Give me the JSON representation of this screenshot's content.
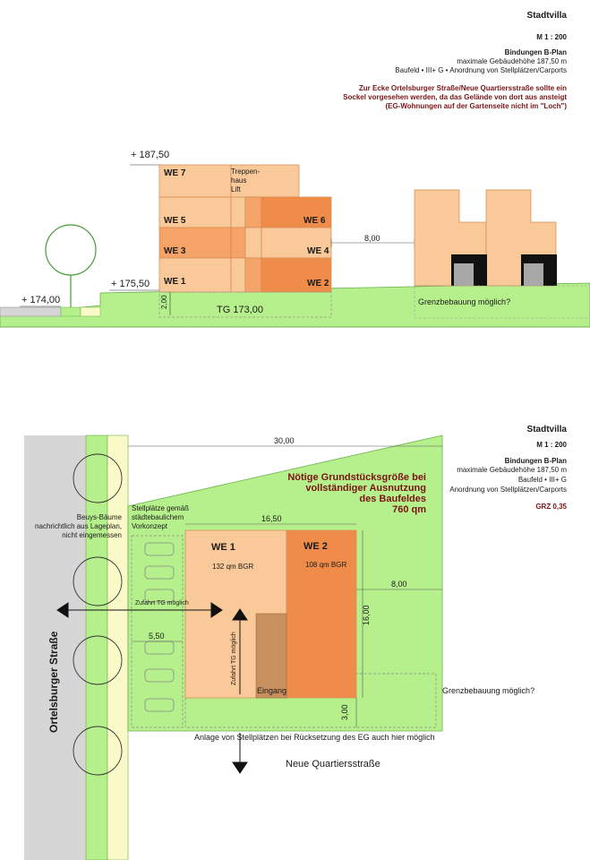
{
  "colors": {
    "ground": "#b6f08c",
    "groundStroke": "#6ab04c",
    "light": "#f9c99a",
    "mid": "#f5a367",
    "dark": "#f08c4a",
    "eingang": "#c8905f",
    "street": "#d6d6d6",
    "stripYellow": "#fafac8",
    "note": "#7a1414",
    "window": "#a8a8a8"
  },
  "section": {
    "title": "Stadtvilla",
    "scale": "M 1 : 200",
    "bindungen": "Bindungen B-Plan",
    "hoehe": "maximale Gebäudehöhe 187,50 m",
    "baufeld": "Baufeld  •  III+ G  •  Anordnung von Stellplätzen/Carports",
    "note1": "Zur Ecke Ortelsburger Straße/Neue Quartiersstraße sollte ein",
    "note2": "Sockel vorgesehen werden, da das Gelände von dort aus ansteigt",
    "note3": "(EG-Wohnungen auf der Gartenseite nicht im \"Loch\")",
    "level_top": "+ 187,50",
    "level_ground": "+ 175,50",
    "level_street": "+ 174,00",
    "treppe1": "Treppen-",
    "treppe2": "haus",
    "treppe3": "Lift",
    "we7": "WE 7",
    "we5": "WE 5",
    "we6": "WE 6",
    "we3": "WE 3",
    "we4": "WE 4",
    "we1": "WE 1",
    "we2": "WE 2",
    "tg": "TG 173,00",
    "sockel": "2,00",
    "dist": "8,00",
    "grenz": "Grenzbebauung möglich?"
  },
  "plan": {
    "title": "Stadtvilla",
    "scale": "M 1 : 200",
    "bindungen": "Bindungen B-Plan",
    "hoehe": "maximale Gebäudehöhe 187,50 m",
    "baufeld": "Baufeld  •  III+ G",
    "anordnung": "Anordnung von Stellplätzen/Carports",
    "grz": "GRZ 0,35",
    "req1": "Nötige Grundstücksgröße bei",
    "req2": "vollständiger Ausnutzung",
    "req3": "des Baufeldes",
    "req4": "760 qm",
    "trees1": "Beuys-Bäume",
    "trees2": "nachrichtlich aus Lageplan,",
    "trees3": "nicht eingemessen",
    "stell1": "Stellplätze gemäß",
    "stell2": "städtebaulichem",
    "stell3": "Vorkonzept",
    "dim30": "30,00",
    "dim165": "16,50",
    "dim8": "8,00",
    "dim16": "16,00",
    "dim55": "5,50",
    "dim3": "3,00",
    "we1": "WE 1",
    "we1area": "132 qm BGR",
    "we2": "WE 2",
    "we2area": "108 qm BGR",
    "zufahrt1": "Zufahrt TG möglich",
    "zufahrt2": "Zufahrt TG möglich",
    "eingang": "Eingang",
    "grenz": "Grenzbebauung möglich?",
    "anlage": "Anlage von Stellplätzen bei Rücksetzung des EG auch hier möglich",
    "street1": "Ortelsburger Straße",
    "street2": "Neue Quartiersstraße"
  }
}
